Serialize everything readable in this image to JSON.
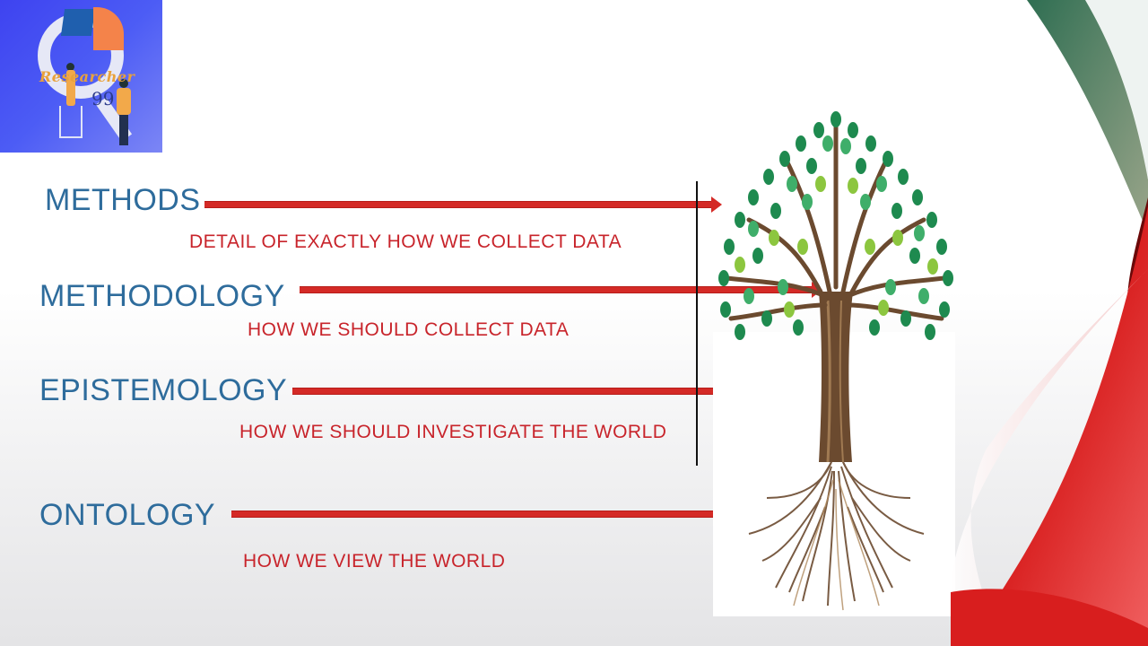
{
  "logo": {
    "brand_text": "Researcher",
    "number": "99"
  },
  "slide": {
    "rows": [
      {
        "term": "METHODS",
        "description": "DETAIL OF EXACTLY HOW WE COLLECT DATA",
        "target": "leaves"
      },
      {
        "term": "METHODOLOGY",
        "description": "HOW WE SHOULD COLLECT DATA",
        "target": "branches"
      },
      {
        "term": "EPISTEMOLOGY",
        "description": "HOW WE SHOULD INVESTIGATE THE WORLD",
        "target": "trunk"
      },
      {
        "term": "ONTOLOGY",
        "description": "HOW WE VIEW THE WORLD",
        "target": "roots"
      }
    ]
  },
  "colors": {
    "term": "#2e6c9c",
    "description": "#c8242b",
    "arrow": "#d42a26",
    "leaf_dark": "#1e8a4f",
    "leaf_light": "#8cc63f",
    "trunk": "#6b4a2f",
    "swoosh_red": "#d81e1e",
    "swoosh_green": "#2f6e52"
  },
  "illustration": {
    "subject": "tree-with-roots"
  }
}
